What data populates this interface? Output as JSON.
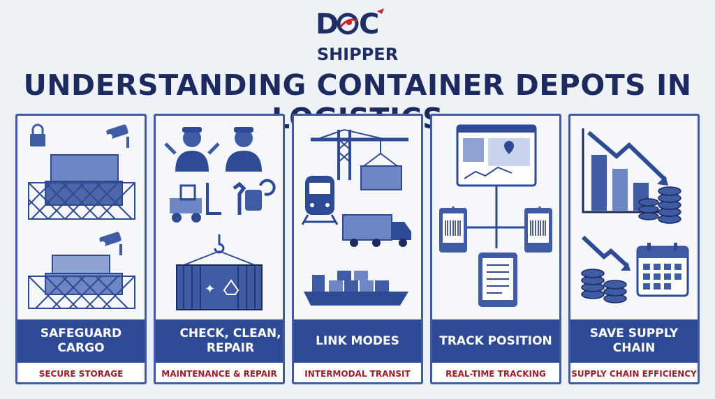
{
  "logo": {
    "line1": "DOC",
    "line2": "SHIPPER"
  },
  "title": "UNDERSTANDING CONTAINER DEPOTS IN LOGISTICS",
  "panels": [
    {
      "label": "SAFEGUARD CARGO",
      "sub": "SECURE STORAGE"
    },
    {
      "label": "CHECK, CLEAN, REPAIR",
      "sub": "MAINTENANCE & REPAIR"
    },
    {
      "label": "LINK MODES",
      "sub": "INTERMODAL TRANSIT"
    },
    {
      "label": "TRACK POSITION",
      "sub": "REAL-TIME TRACKING"
    },
    {
      "label": "SAVE SUPPLY CHAIN",
      "sub": "SUPPLY CHAIN EFFICIENCY"
    }
  ],
  "colors": {
    "navy": "#1c2a5e",
    "panel_blue": "#2e4a94",
    "accent_red": "#a01d2a",
    "icon_blue": "#3e5ba3"
  }
}
